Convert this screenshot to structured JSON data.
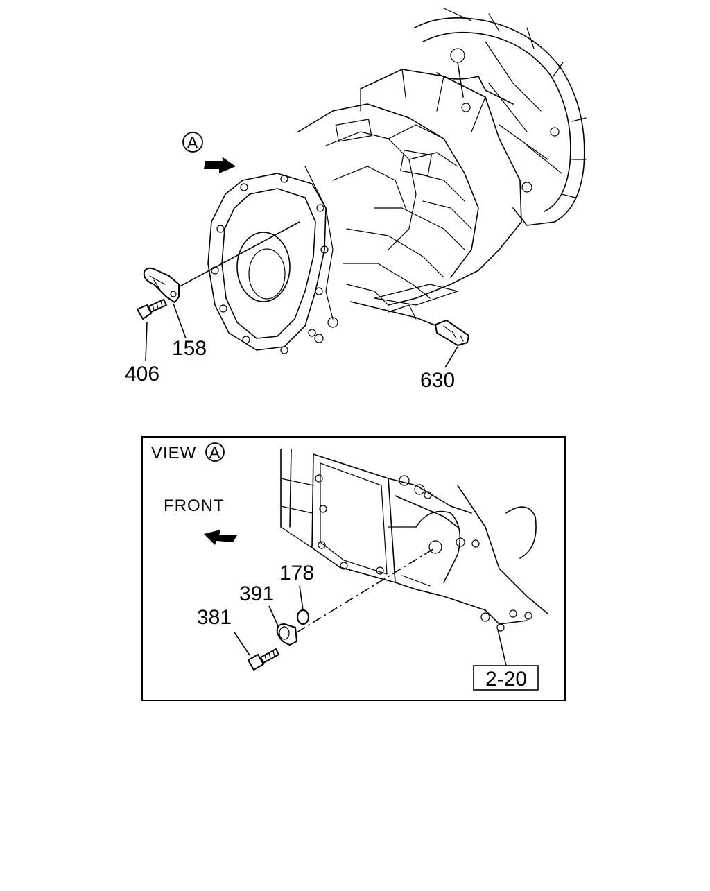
{
  "top_view": {
    "view_marker": "A",
    "callouts": {
      "p158": "158",
      "p406": "406",
      "p630": "630"
    }
  },
  "inset": {
    "view_label": "VIEW",
    "view_marker": "A",
    "front_label": "FRONT",
    "callouts": {
      "p178": "178",
      "p391": "391",
      "p381": "381"
    },
    "ref_box": "2-20"
  }
}
